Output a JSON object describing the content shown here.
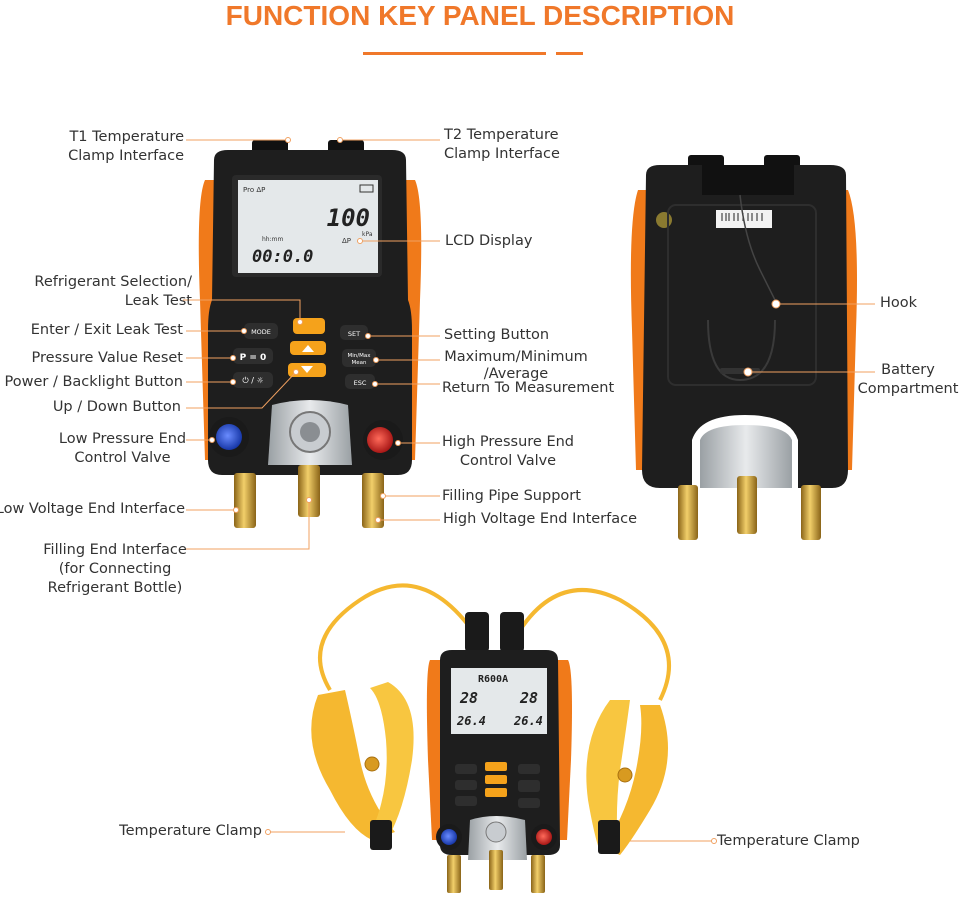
{
  "header": {
    "title": "FUNCTION KEY PANEL DESCRIPTION"
  },
  "device": {
    "lcd": {
      "top_left": "Pro ΔP",
      "main_value": "100",
      "unit_kpa": "kPa",
      "sub_value": "00:0.0",
      "sub_label": "hh:mm",
      "delta": "ΔP"
    },
    "buttons": {
      "mode": "MODE",
      "p0": "P = 0",
      "power": "⏻ / ☼",
      "set": "SET",
      "minmax": "Min/Max\nMean",
      "esc": "ESC"
    }
  },
  "front_labels": {
    "t1": [
      "T1 Temperature",
      "Clamp Interface"
    ],
    "t2": [
      "T2 Temperature",
      "Clamp Interface"
    ],
    "lcd": "LCD Display",
    "refrigerant": [
      "Refrigerant Selection/",
      "Leak Test"
    ],
    "enter_exit": "Enter / Exit Leak Test",
    "pressure_reset": "Pressure Value Reset",
    "power": "Power / Backlight Button",
    "updown": "Up / Down Button",
    "low_valve": [
      "Low Pressure End",
      "Control Valve"
    ],
    "low_voltage": "Low Voltage End Interface",
    "filling_end": [
      "Filling End Interface",
      "(for Connecting",
      "Refrigerant Bottle)"
    ],
    "setting": "Setting Button",
    "maxmin": [
      "Maximum/Minimum",
      "/Average"
    ],
    "return": "Return To Measurement",
    "high_valve": [
      "High Pressure End",
      "Control Valve"
    ],
    "filling_pipe": "Filling Pipe Support",
    "high_voltage": "High Voltage End Interface"
  },
  "back_labels": {
    "hook": "Hook",
    "battery": [
      "Battery",
      "Compartment"
    ]
  },
  "bottom_labels": {
    "clamp_left": "Temperature Clamp",
    "clamp_right": "Temperature Clamp"
  },
  "bottom_lcd": {
    "refrigerant": "R600A",
    "left": "28",
    "right": "28",
    "temp_left": "26.4",
    "temp_right": "26.4"
  },
  "colors": {
    "accent": "#f0782a",
    "body_black": "#1e1e1e",
    "lcd": "#e4e8ea",
    "clamp_yellow": "#f5b830",
    "brass": "#d4a43a"
  }
}
